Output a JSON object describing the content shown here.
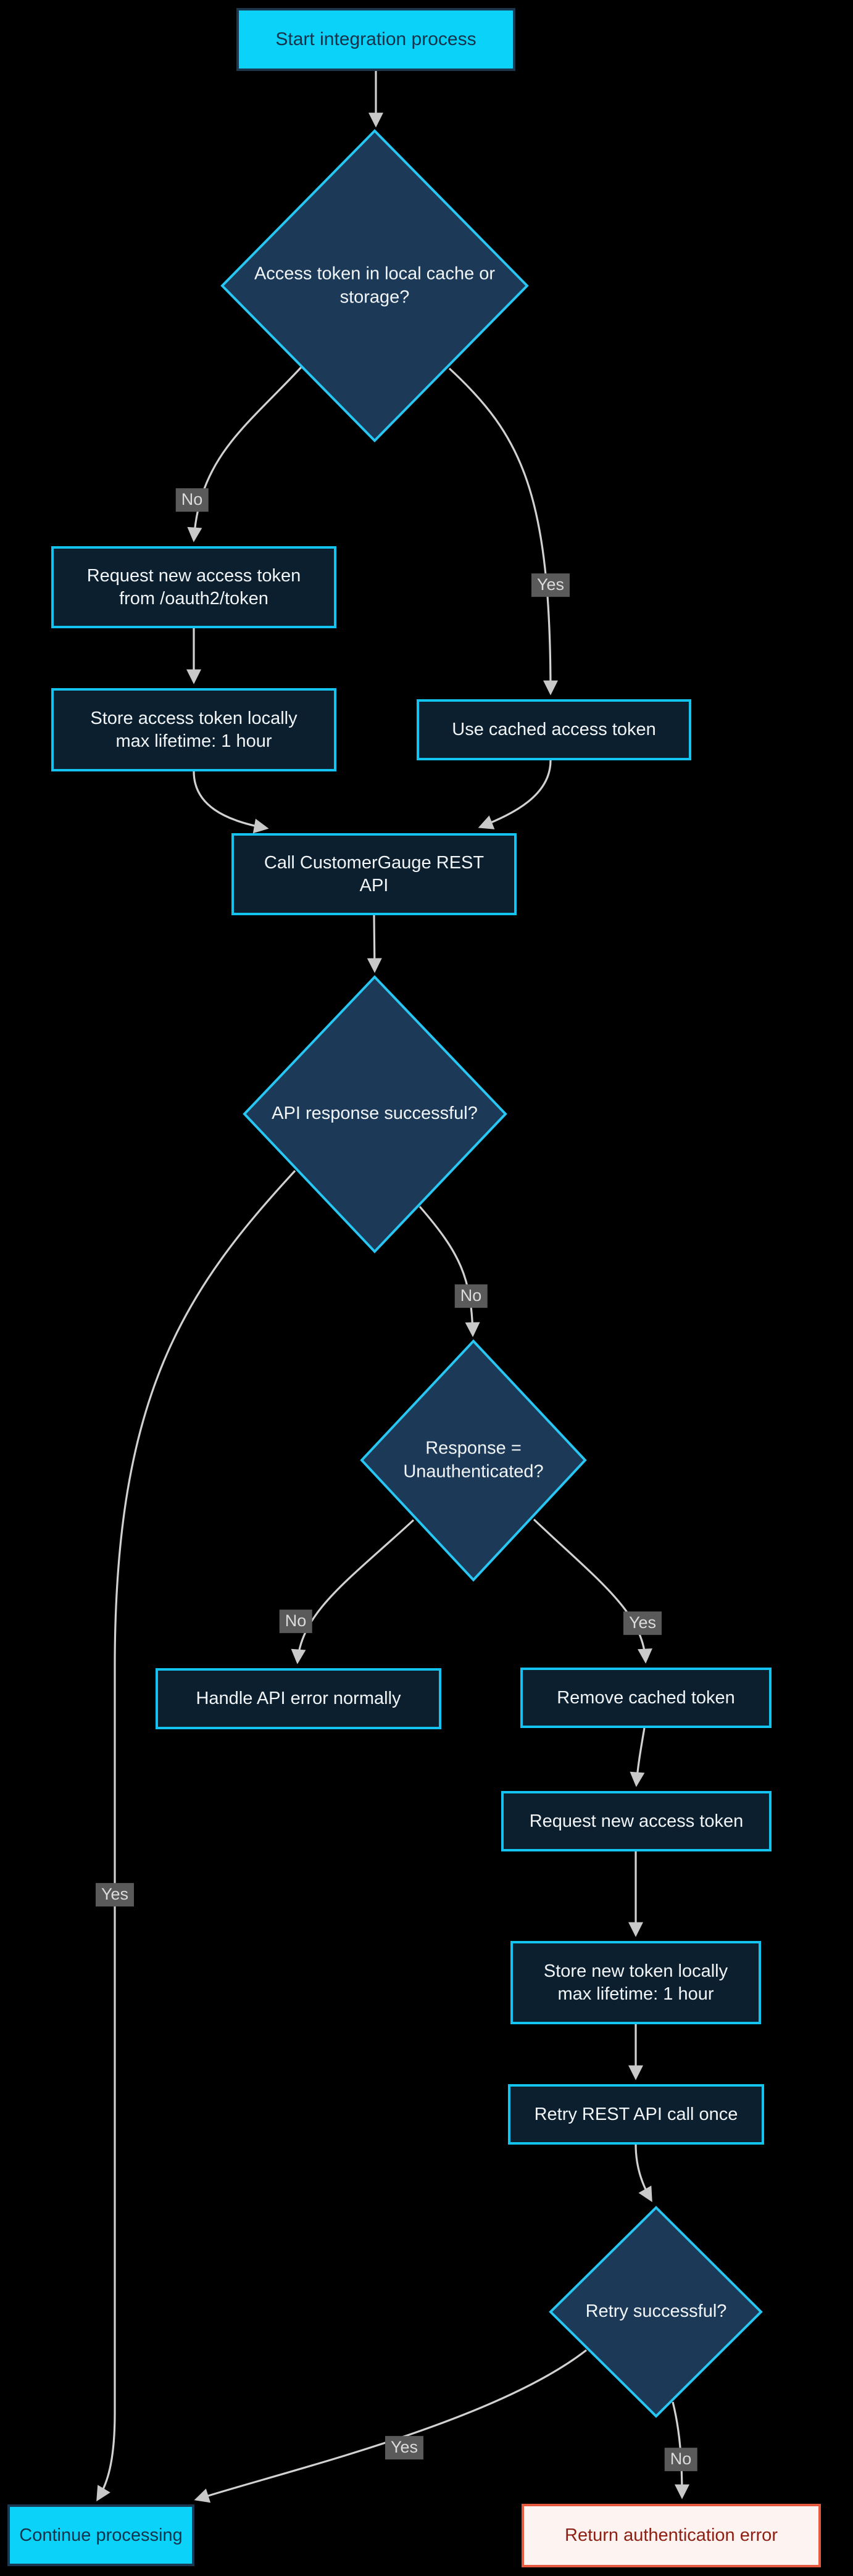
{
  "flowchart": {
    "background_color": "#000000",
    "colors": {
      "terminal_fill": "#0bd2f8",
      "terminal_border": "#1b3850",
      "terminal_text": "#14324a",
      "process_fill": "#0c1f2e",
      "process_border": "#12c4ef",
      "decision_fill": "#1c3a57",
      "decision_border": "#27c6f3",
      "node_text": "#f1f5f7",
      "edge_line": "#d1d1d1",
      "arrowhead": "#c9c9c9",
      "edge_label_bg": "#5a5a5a",
      "edge_label_text": "#dcdcdc",
      "error_fill": "#fdf3f0",
      "error_border": "#e4593f",
      "error_text": "#8e2015"
    },
    "nodes": {
      "start": {
        "label": "Start integration process",
        "type": "terminal"
      },
      "check_cache": {
        "label": "Access token in local cache or storage?",
        "type": "decision"
      },
      "request_token": {
        "label": "Request new access token from /oauth2/token",
        "type": "process"
      },
      "store_token": {
        "label": "Store access token locally max lifetime: 1 hour",
        "type": "process"
      },
      "use_cached": {
        "label": "Use cached access token",
        "type": "process"
      },
      "call_api": {
        "label": "Call CustomerGauge REST API",
        "type": "process"
      },
      "api_success": {
        "label": "API response successful?",
        "type": "decision"
      },
      "unauthenticated": {
        "label": "Response = Unauthenticated?",
        "type": "decision"
      },
      "handle_error": {
        "label": "Handle API error normally",
        "type": "process"
      },
      "remove_token": {
        "label": "Remove cached token",
        "type": "process"
      },
      "request_token2": {
        "label": "Request new access token",
        "type": "process"
      },
      "store_token2": {
        "label": "Store new token locally max lifetime: 1 hour",
        "type": "process"
      },
      "retry_call": {
        "label": "Retry REST API call once",
        "type": "process"
      },
      "retry_success": {
        "label": "Retry successful?",
        "type": "decision"
      },
      "continue": {
        "label": "Continue processing",
        "type": "terminal"
      },
      "auth_error": {
        "label": "Return authentication error",
        "type": "error"
      }
    },
    "edges": [
      {
        "from": "start",
        "to": "check_cache",
        "label": ""
      },
      {
        "from": "check_cache",
        "to": "request_token",
        "label": "No"
      },
      {
        "from": "check_cache",
        "to": "use_cached",
        "label": "Yes"
      },
      {
        "from": "request_token",
        "to": "store_token",
        "label": ""
      },
      {
        "from": "store_token",
        "to": "call_api",
        "label": ""
      },
      {
        "from": "use_cached",
        "to": "call_api",
        "label": ""
      },
      {
        "from": "call_api",
        "to": "api_success",
        "label": ""
      },
      {
        "from": "api_success",
        "to": "unauthenticated",
        "label": "No"
      },
      {
        "from": "api_success",
        "to": "continue",
        "label": "Yes"
      },
      {
        "from": "unauthenticated",
        "to": "handle_error",
        "label": "No"
      },
      {
        "from": "unauthenticated",
        "to": "remove_token",
        "label": "Yes"
      },
      {
        "from": "remove_token",
        "to": "request_token2",
        "label": ""
      },
      {
        "from": "request_token2",
        "to": "store_token2",
        "label": ""
      },
      {
        "from": "store_token2",
        "to": "retry_call",
        "label": ""
      },
      {
        "from": "retry_call",
        "to": "retry_success",
        "label": ""
      },
      {
        "from": "retry_success",
        "to": "continue",
        "label": "Yes"
      },
      {
        "from": "retry_success",
        "to": "auth_error",
        "label": "No"
      }
    ]
  }
}
